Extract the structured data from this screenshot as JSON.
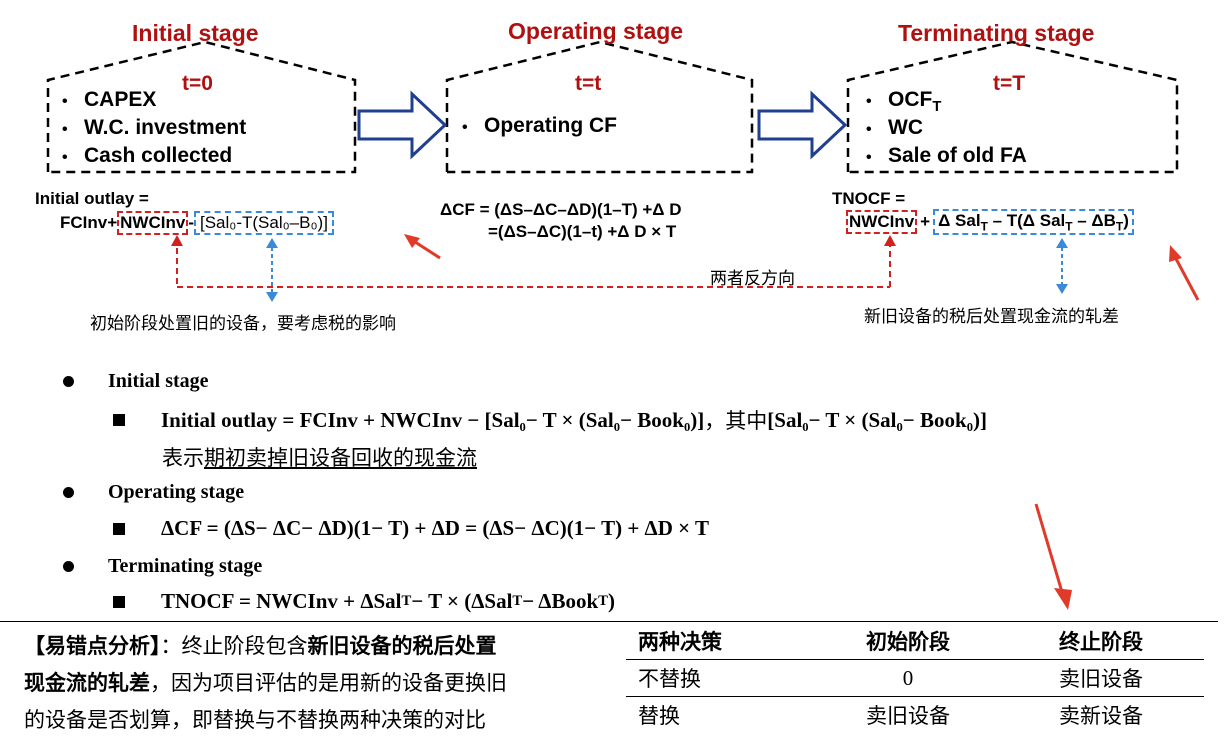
{
  "diagram": {
    "initial": {
      "title": "Initial stage",
      "t": "t=0",
      "items": [
        "CAPEX",
        "W.C. investment",
        "Cash collected"
      ],
      "formula_line1": "Initial outlay =",
      "formula_prefix": "FCInv+",
      "formula_nwc": "NWCInv",
      "formula_minus": "-",
      "formula_sal": "[Sal₀-T(Sal₀–B₀)]",
      "note": "初始阶段处置旧的设备，要考虑税的影响"
    },
    "operating": {
      "title": "Operating stage",
      "t": "t=t",
      "items": [
        "Operating CF"
      ],
      "formula_line1": "ΔCF = (ΔS–ΔC–ΔD)(1–T)  +Δ D",
      "formula_line2": "=(ΔS–ΔC)(1–t)  +Δ D × T"
    },
    "terminating": {
      "title": "Terminating stage",
      "t": "t=T",
      "items": [
        "OCF",
        "WC",
        "Sale of old FA"
      ],
      "item0_sub": "T",
      "formula_line1": "TNOCF =",
      "formula_nwc": "NWCInv",
      "formula_plus": "+",
      "formula_sal_a": "Δ Sal",
      "formula_sal_a_sub": "T",
      "formula_sal_b": " – T(Δ Sal",
      "formula_sal_b_sub": "T",
      "formula_sal_c": " – ΔB",
      "formula_sal_c_sub": "T",
      "formula_sal_d": ")",
      "note": "新旧设备的税后处置现金流的轧差"
    },
    "opposite_label": "两者反方向",
    "colors": {
      "title_red": "#b01010",
      "arrow_blue": "#1f3f8f",
      "dash_red": "#d02020",
      "dash_blue": "#3a8ad8"
    }
  },
  "outline": {
    "s1_head": "Initial stage",
    "s1_formula": "Initial outlay = FCInv + NWCInv − [Sal₀− T × (Sal₀− Book₀)]",
    "s1_mid": "，其中",
    "s1_bracket": "[Sal₀− T × (Sal₀− Book₀)]",
    "s1_desc_prefix": "表示",
    "s1_desc_underlined": "期初卖掉旧设备回收的现金流",
    "s2_head": "Operating stage",
    "s2_formula": "ΔCF = (ΔS− ΔC− ΔD)(1− T) + ΔD = (ΔS− ΔC)(1− T) + ΔD × T",
    "s3_head": "Terminating stage",
    "s3_a": "TNOCF = NWCInv + ΔSal",
    "s3_a_sub": "T",
    "s3_b": " − T × (ΔSal",
    "s3_b_sub": "T",
    "s3_c": "− ΔBook",
    "s3_c_sub": "T",
    "s3_d": ")"
  },
  "analysis": {
    "label": "【易错点分析】",
    "text_a": "：终止阶段包含",
    "text_bold": "新旧设备的税后处置现金流的轧差",
    "text_b": "，因为项目评估的是用新的设备更换旧的设备是否划算，即替换与不替换两种决策的对比",
    "line1_normal": "：终止阶段包含",
    "line1_bold": "新旧设备的税后处置",
    "line2_bold": "现金流的轧差",
    "line2_normal": "，因为项目评估的是用新的设备更换旧",
    "line3_normal": "的设备是否划算，即替换与不替换两种决策的对比"
  },
  "table": {
    "headers": [
      "两种决策",
      "初始阶段",
      "终止阶段"
    ],
    "rows": [
      [
        "不替换",
        "0",
        "卖旧设备"
      ],
      [
        "替换",
        "卖旧设备",
        "卖新设备"
      ]
    ]
  }
}
